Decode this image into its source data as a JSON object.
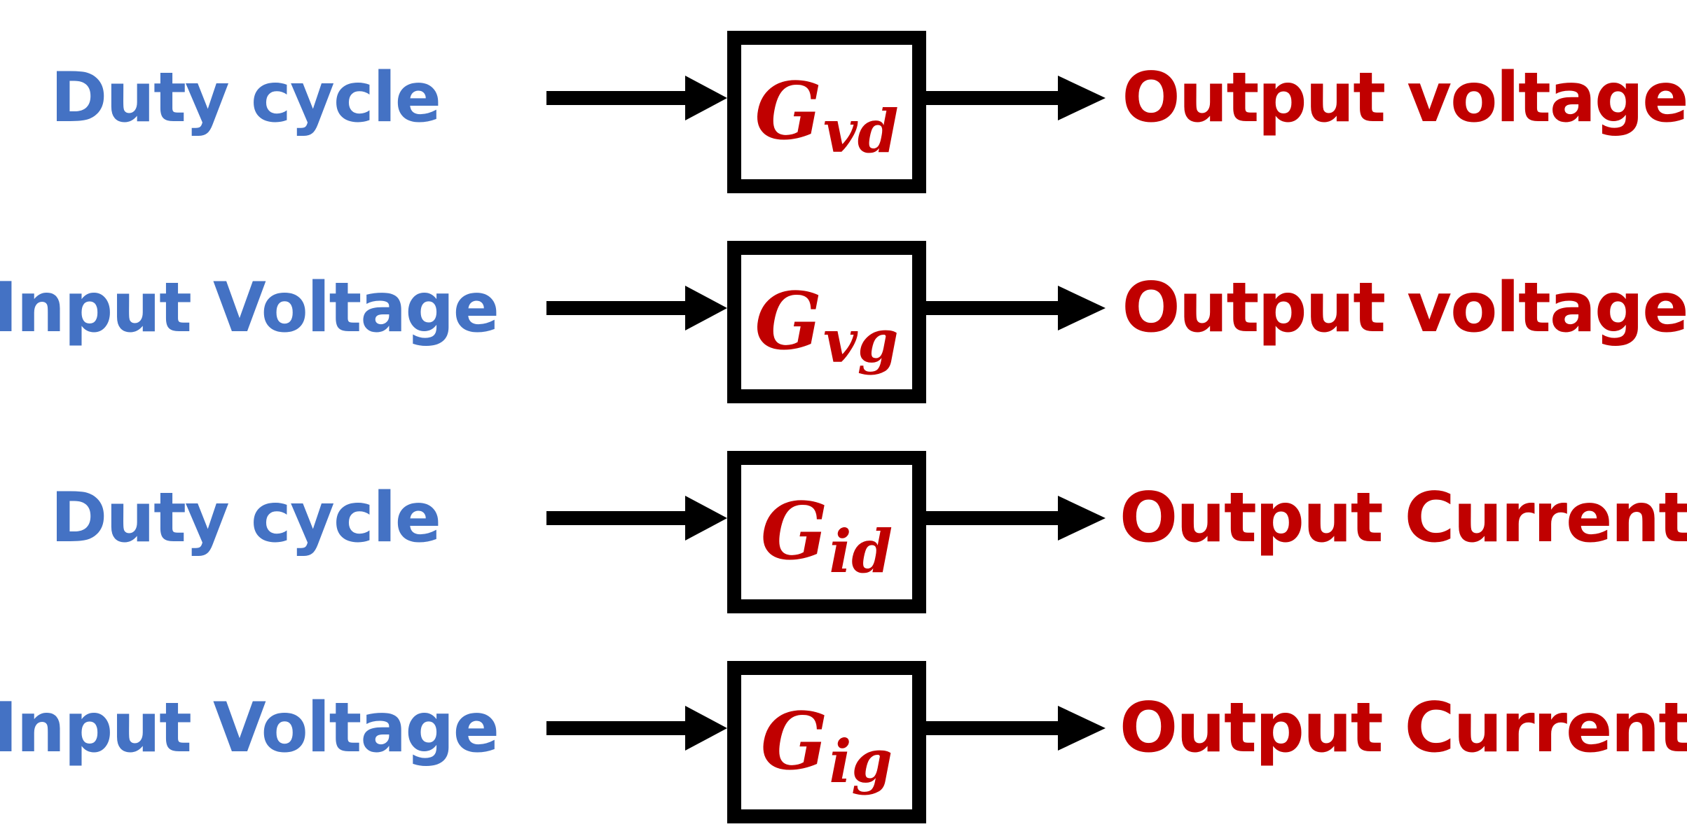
{
  "colors": {
    "input_text": "#4472C4",
    "output_text": "#C00000",
    "block_border": "#000000",
    "arrow": "#000000"
  },
  "rows": [
    {
      "input": "Duty cycle",
      "tf_main": "G",
      "tf_sub": "vd",
      "output": "Output voltage"
    },
    {
      "input": "Input Voltage",
      "tf_main": "G",
      "tf_sub": "vg",
      "output": "Output voltage"
    },
    {
      "input": "Duty cycle",
      "tf_main": "G",
      "tf_sub": "id",
      "output": "Output Current"
    },
    {
      "input": "Input Voltage",
      "tf_main": "G",
      "tf_sub": "ig",
      "output": "Output Current"
    }
  ]
}
